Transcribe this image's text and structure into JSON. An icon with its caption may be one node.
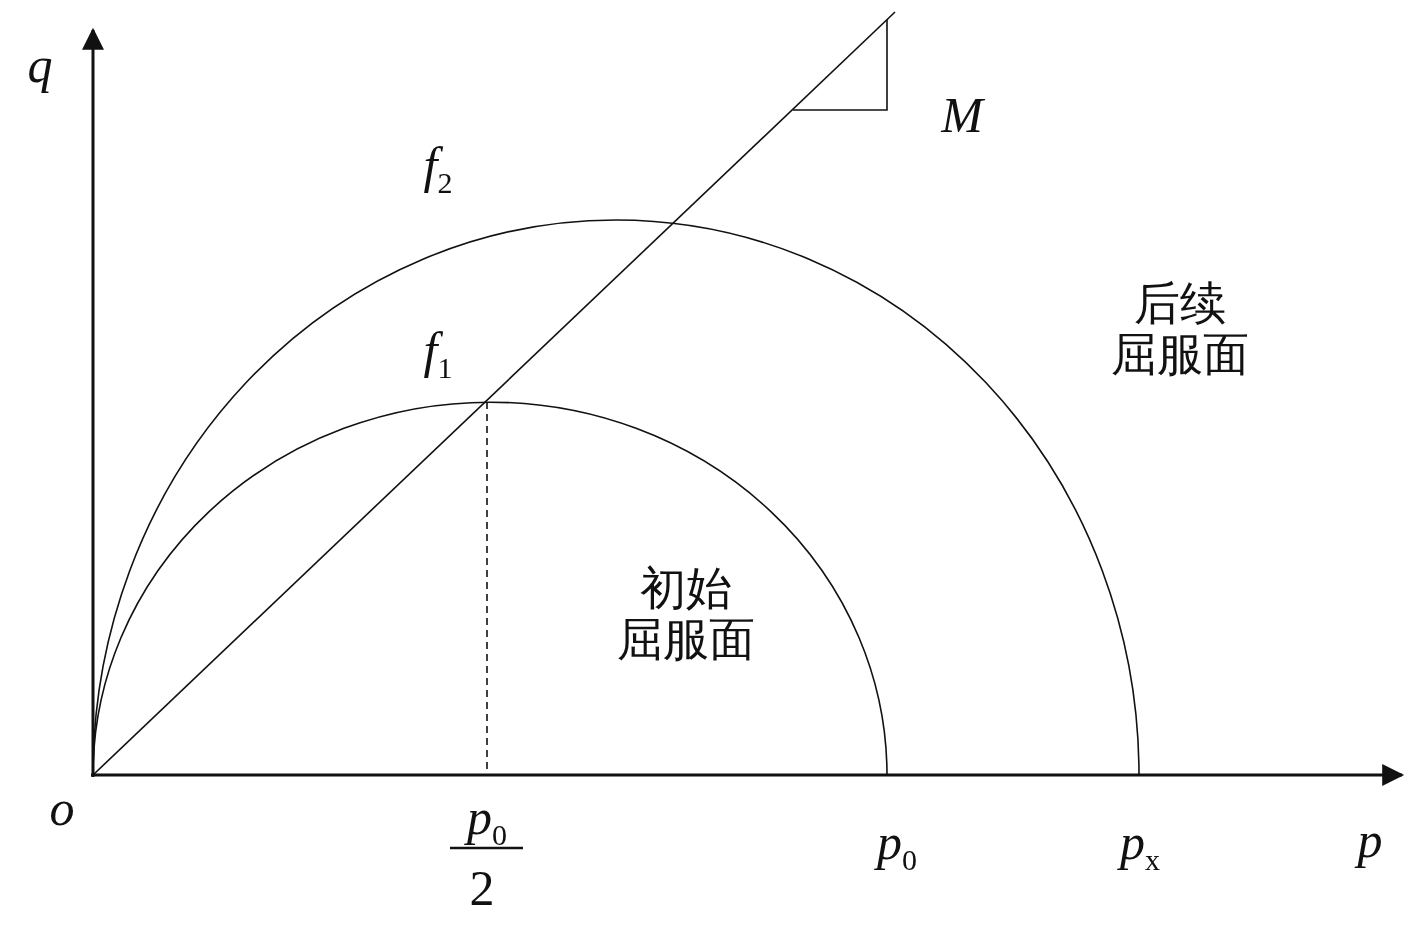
{
  "diagram": {
    "labels": [
      "q",
      "M",
      "f$_{2}$",
      "后续屈服面",
      "f$_{1}$",
      "初始屈服面",
      "o",
      "p$_{0}$",
      "p$_{0}$",
      "p$_{x}$",
      "p",
      "2"
    ]
  }
}
